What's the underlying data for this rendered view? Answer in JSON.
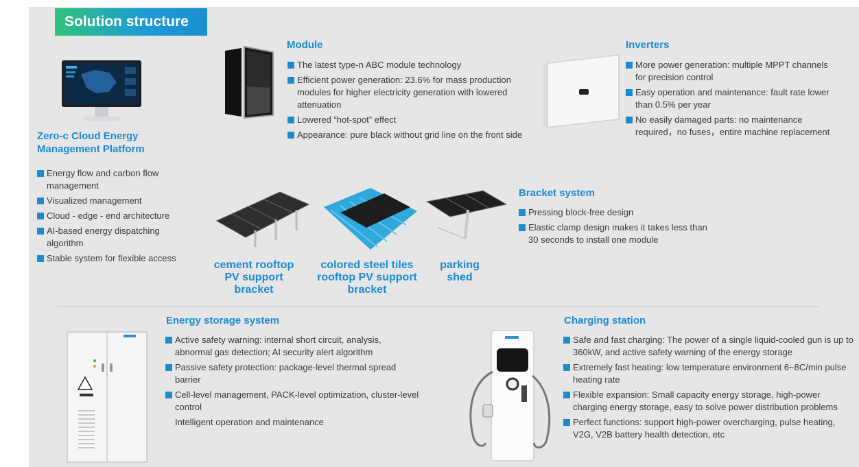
{
  "header": {
    "title": "Solution structure"
  },
  "platform": {
    "title": "Zero-c Cloud Energy Management Platform",
    "items": [
      "Energy flow and carbon flow management",
      "Visualized management",
      "Cloud - edge - end architecture",
      "AI-based energy dispatching algorithm",
      "Stable system for flexible access"
    ]
  },
  "module": {
    "title": "Module",
    "items": [
      "The latest type-n ABC module technology",
      "Efficient power generation: 23.6% for mass production modules for higher electricity generation with lowered attenuation",
      "Lowered “hot-spot” effect",
      "Appearance: pure black without grid line on the front side"
    ]
  },
  "inverters": {
    "title": "Inverters",
    "items": [
      "More power generation: multiple MPPT channels for precision control",
      "Easy operation and maintenance: fault rate lower than 0.5% per year",
      "No easily damaged parts: no maintenance required，no fuses，entire machine replacement"
    ]
  },
  "bracket": {
    "title": "Bracket system",
    "items": [
      "Pressing block-free design",
      "Elastic clamp design makes it takes less than 30 seconds to install one module"
    ],
    "captions": [
      "cement rooftop PV support bracket",
      "colored steel tiles rooftop PV support bracket",
      "parking shed"
    ]
  },
  "storage": {
    "title": "Energy storage system",
    "items": [
      "Active safety warning: internal short circuit, analysis, abnormal gas detection; AI security alert algorithm",
      "Passive safety protection: package-level thermal spread barrier",
      "Cell-level management, PACK-level optimization, cluster-level control",
      "Intelligent operation and maintenance"
    ]
  },
  "charging": {
    "title": "Charging station",
    "items": [
      "Safe and fast charging: The power of a single liquid-cooled gun is up to 360kW, and active safety warning of the energy storage",
      "Extremely fast heating: low temperature environment 6~8C/min pulse heating rate",
      "Flexible expansion: Small capacity energy storage, high-power charging energy storage, easy to solve power distribution problems",
      "Perfect functions: support high-power overcharging, pulse heating, V2G, V2B battery health detection, etc"
    ]
  },
  "colors": {
    "accent": "#1a8ad0",
    "bullet": "#1d8ccd",
    "panel": "#e6e6e6"
  }
}
